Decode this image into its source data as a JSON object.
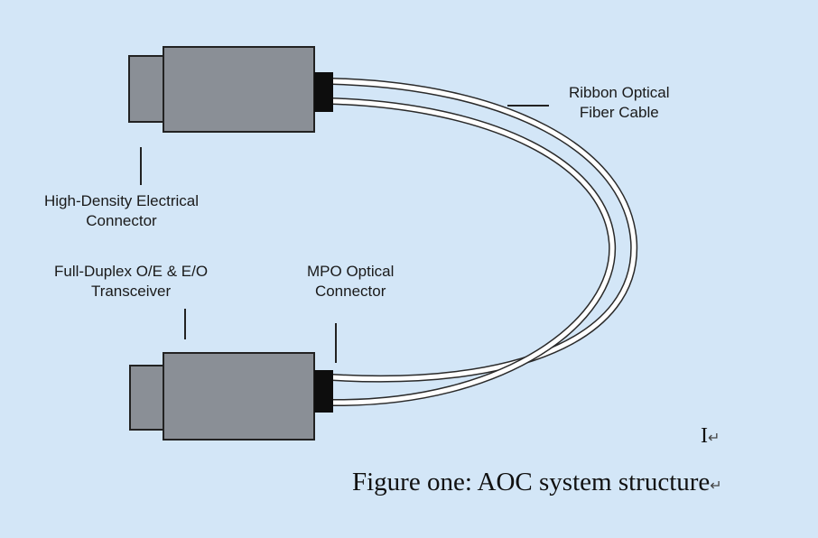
{
  "labels": {
    "ribbon_cable": [
      "Ribbon Optical",
      "Fiber Cable"
    ],
    "electrical_connector": [
      "High-Density Electrical",
      "Connector"
    ],
    "transceiver": [
      "Full-Duplex O/E & E/O",
      "Transceiver"
    ],
    "mpo_connector": [
      "MPO Optical",
      "Connector"
    ]
  },
  "caption": "Figure one: AOC system structure",
  "caption_mark": "↵",
  "cursor_glyph": "I",
  "colors": {
    "background": "#d3e6f7",
    "connector_body": "#8a8f96",
    "connector_outline": "#222222",
    "boot": "#0d0d0d",
    "cable": "#ffffff"
  }
}
